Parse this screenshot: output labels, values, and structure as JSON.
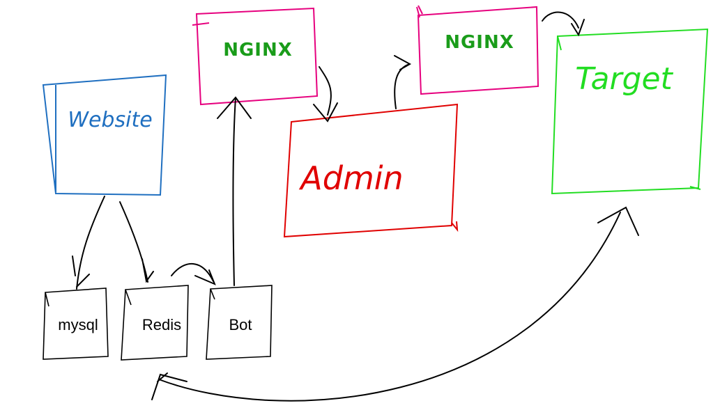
{
  "nodes": {
    "nginx_1": {
      "label": "NGINX",
      "color": "#e6007e",
      "text_color": "#1a9c1a"
    },
    "nginx_2": {
      "label": "NGINX",
      "color": "#e6007e",
      "text_color": "#1a9c1a"
    },
    "website": {
      "label": "Website",
      "color": "#1f6fc0"
    },
    "admin": {
      "label": "Admin",
      "color": "#e00000"
    },
    "target": {
      "label": "Target",
      "color": "#22dd22"
    },
    "mysql": {
      "label": "mysql",
      "color": "#000000"
    },
    "redis": {
      "label": "Redis",
      "color": "#000000"
    },
    "bot": {
      "label": "Bot",
      "color": "#000000"
    }
  },
  "edge_color": "#000000"
}
